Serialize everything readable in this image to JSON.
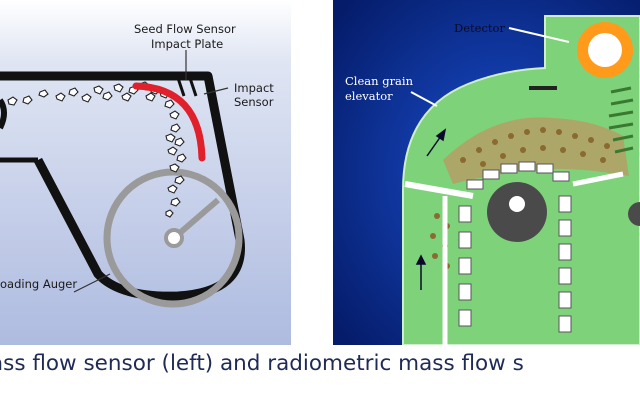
{
  "left_diagram": {
    "labels": {
      "seed_flow_sensor": "Seed Flow Sensor",
      "impact_plate": "Impact Plate",
      "impact": "Impact",
      "sensor": "Sensor",
      "loading_auger": "oading Auger"
    },
    "colors": {
      "background": "#b8c4e2",
      "impact_plate": "#e0202a",
      "auger": "#9a9a9a",
      "frame": "#1a1a1a"
    }
  },
  "right_diagram": {
    "labels": {
      "detector": "Detector",
      "clean_grain": "Clean grain",
      "elevator": "elevator"
    },
    "colors": {
      "background": "#0a2a8a",
      "housing": "#7ed27a",
      "detector_ring": "#ff9a1a"
    }
  },
  "caption": " mass flow sensor (left) and radiometric mass flow s"
}
